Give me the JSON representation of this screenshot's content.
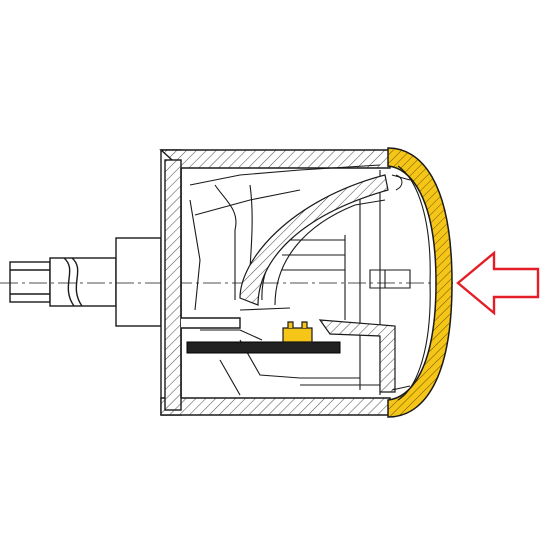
{
  "diagram": {
    "view": "cross-section",
    "colors": {
      "line": "#1a1a1a",
      "hatch": "#555555",
      "highlight_fill": "#f5c518",
      "arrow": "#e41e26",
      "background": "#ffffff"
    },
    "parts": [
      {
        "name": "shaft",
        "icon": "shaft-icon"
      },
      {
        "name": "housing",
        "icon": "housing-icon"
      },
      {
        "name": "end-cap",
        "icon": "end-cap-icon",
        "highlighted": true
      },
      {
        "name": "insert-clip",
        "icon": "clip-icon",
        "highlighted": true
      },
      {
        "name": "direction-arrow",
        "icon": "arrow-left-icon"
      }
    ]
  }
}
